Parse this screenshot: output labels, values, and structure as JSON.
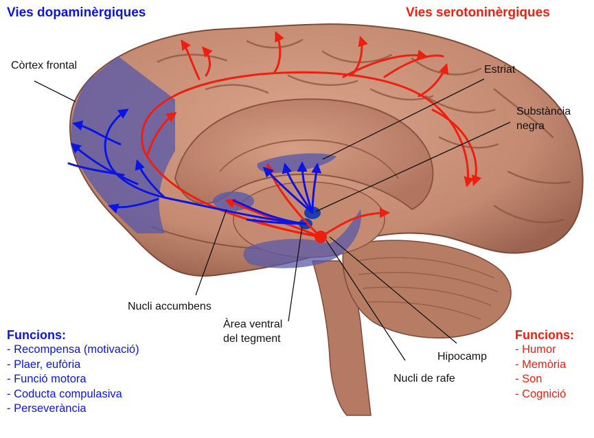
{
  "titles": {
    "dopamine": "Vies dopaminèrgiques",
    "serotonin": "Vies serotoninèrgiques"
  },
  "labels": {
    "cortex_frontal": "Còrtex frontal",
    "estriat": "Estriat",
    "substancia_negra_1": "Substància",
    "substancia_negra_2": "negra",
    "nucli_accumbens": "Nucli accumbens",
    "area_ventral_1": "Àrea ventral",
    "area_ventral_2": "del tegment",
    "hipocamp": "Hipocamp",
    "nucli_rafe": "Nucli de rafe"
  },
  "dopamine_functions": {
    "heading": "Funcions:",
    "items": [
      "- Recompensa (motivació)",
      "- Plaer, eufòria",
      "- Funció motora",
      "- Coducta compulasiva",
      "- Perseverància"
    ]
  },
  "serotonin_functions": {
    "heading": "Funcions:",
    "items": [
      "- Humor",
      "- Memòria",
      "- Son",
      "- Cognició"
    ]
  },
  "colors": {
    "dopamine": "#0a14e6",
    "serotonin": "#f01e0f",
    "brain": "#c48a72",
    "brain_dark": "#8f5a46",
    "overlay": "#5a5aa8"
  }
}
